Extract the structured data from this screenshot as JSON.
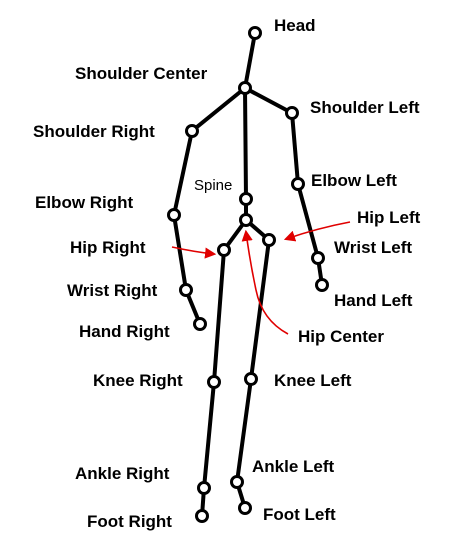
{
  "diagram": {
    "joints": {
      "head": "Head",
      "shoulder_center": "Shoulder Center",
      "shoulder_left": "Shoulder Left",
      "shoulder_right": "Shoulder Right",
      "spine": "Spine",
      "elbow_left": "Elbow Left",
      "elbow_right": "Elbow Right",
      "hip_left": "Hip Left",
      "hip_right": "Hip Right",
      "hip_center": "Hip Center",
      "wrist_left": "Wrist Left",
      "wrist_right": "Wrist Right",
      "hand_left": "Hand Left",
      "hand_right": "Hand Right",
      "knee_left": "Knee Left",
      "knee_right": "Knee Right",
      "ankle_left": "Ankle Left",
      "ankle_right": "Ankle Right",
      "foot_left": "Foot Left",
      "foot_right": "Foot Right"
    },
    "colors": {
      "skeleton": "#000000",
      "arrow": "#e00000"
    }
  }
}
